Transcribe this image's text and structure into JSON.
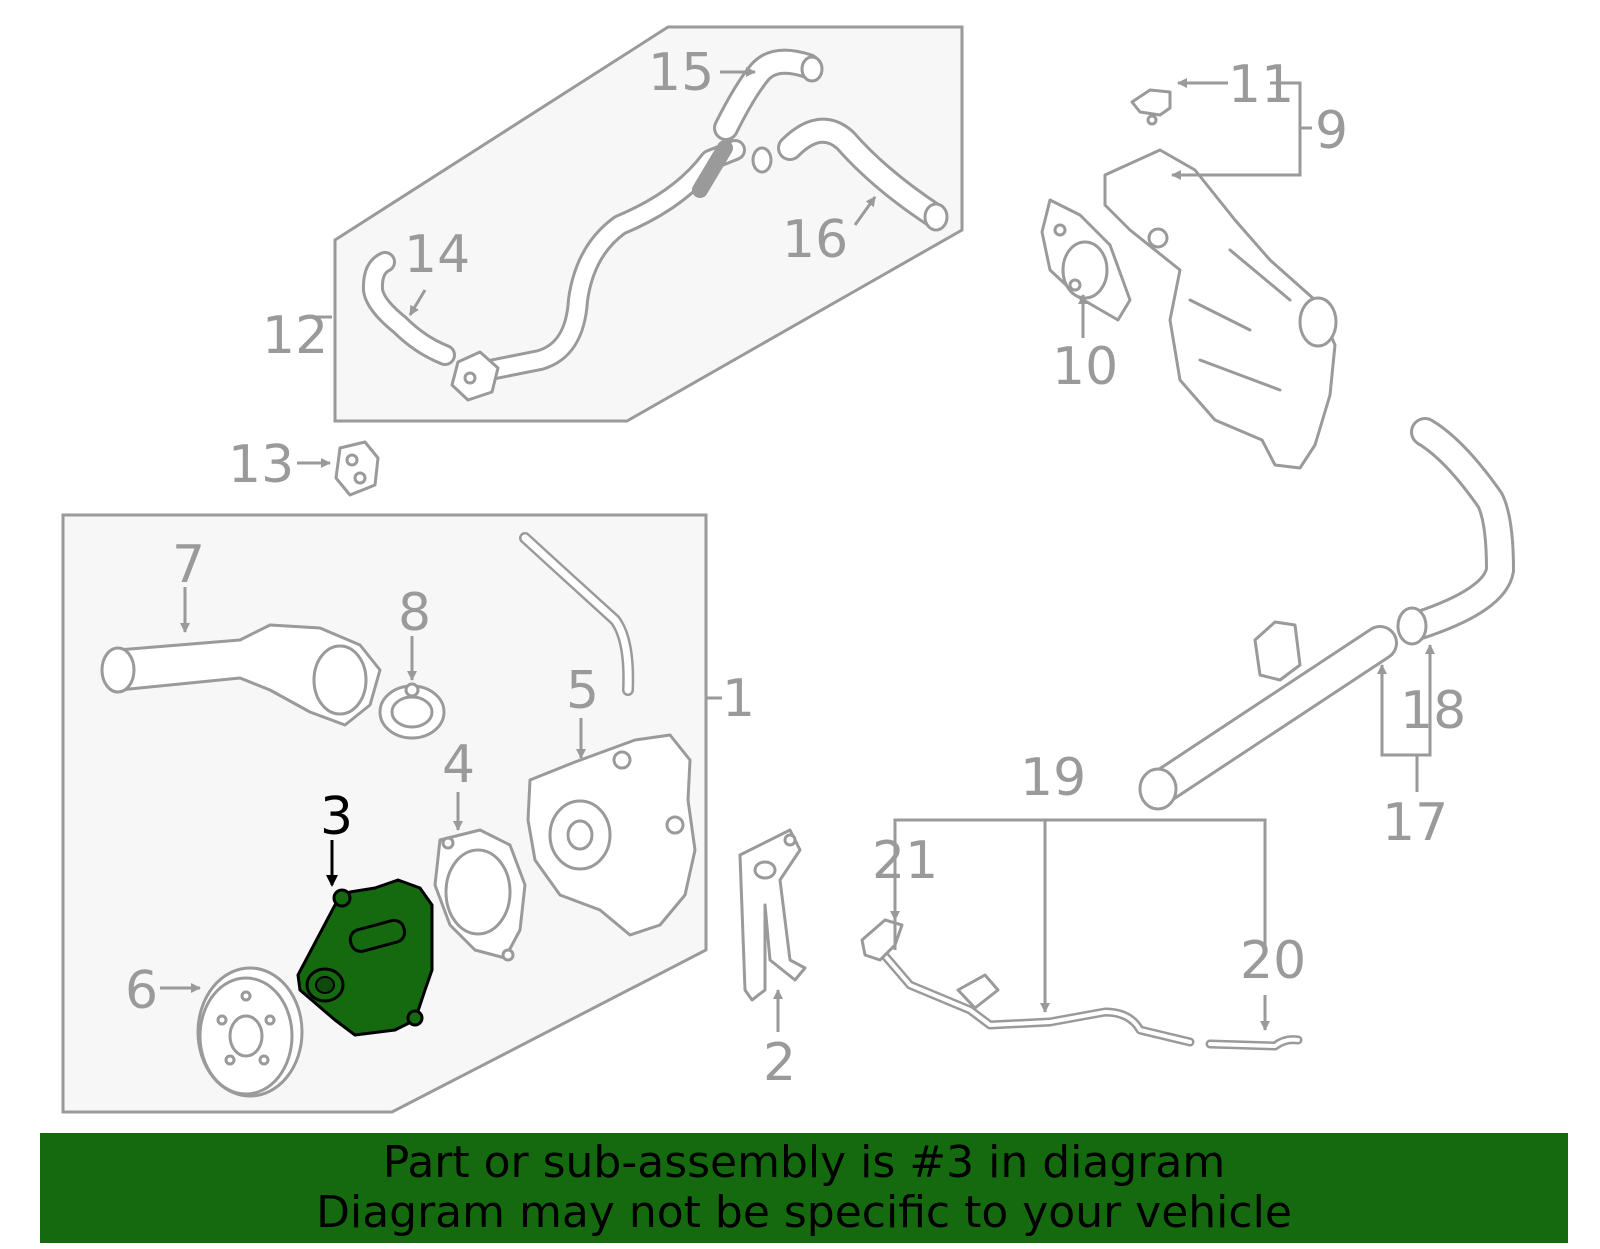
{
  "highlighted_part": "3",
  "colors": {
    "highlight": "#156a10",
    "line": "#9a9a9a",
    "footer_bg": "#156a10"
  },
  "callouts": {
    "c1": "1",
    "c2": "2",
    "c3": "3",
    "c4": "4",
    "c5": "5",
    "c6": "6",
    "c7": "7",
    "c8": "8",
    "c9": "9",
    "c10": "10",
    "c11": "11",
    "c12": "12",
    "c13": "13",
    "c14": "14",
    "c15": "15",
    "c16": "16",
    "c17": "17",
    "c18": "18",
    "c19": "19",
    "c20": "20",
    "c21": "21"
  },
  "footer": {
    "line1": "Part or sub-assembly is #3 in diagram",
    "line2": "Diagram may not be specific to your vehicle"
  }
}
